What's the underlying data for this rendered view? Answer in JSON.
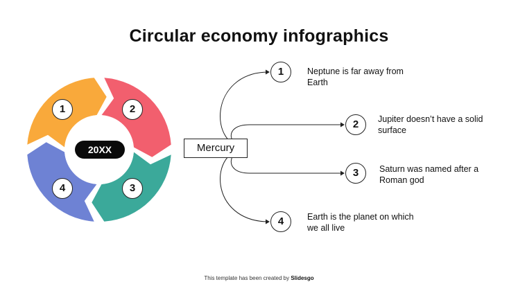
{
  "title": "Circular economy infographics",
  "cycle": {
    "center_label": "20XX",
    "segments": [
      {
        "number": "1",
        "color": "#F9A93B"
      },
      {
        "number": "2",
        "color": "#F25F6E"
      },
      {
        "number": "3",
        "color": "#3BA99A"
      },
      {
        "number": "4",
        "color": "#6E82D4"
      }
    ]
  },
  "hub_label": "Mercury",
  "items": [
    {
      "number": "1",
      "text": "Neptune is far away from Earth"
    },
    {
      "number": "2",
      "text": "Jupiter doesn’t have a solid surface"
    },
    {
      "number": "3",
      "text": "Saturn was named after a Roman god"
    },
    {
      "number": "4",
      "text": "Earth is the planet on which we all live"
    }
  ],
  "footer": {
    "prefix": "This template has been created by",
    "brand": "Slidesgo"
  }
}
